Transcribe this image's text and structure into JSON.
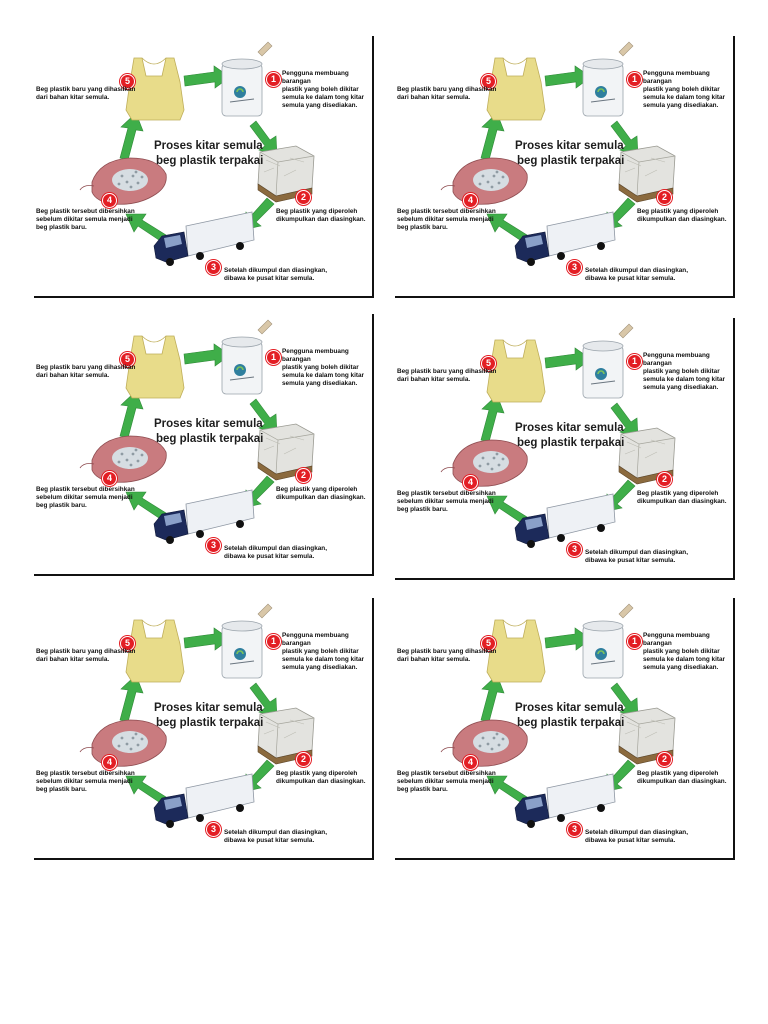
{
  "diagram": {
    "title_line1": "Proses kitar semula",
    "title_line2": "beg plastik terpakai",
    "steps": [
      {
        "number": "1",
        "text": "Pengguna membuang barangan\nplastik yang boleh dikitar\nsemula ke dalam tong kitar\nsemula yang disediakan."
      },
      {
        "number": "2",
        "text": "Beg plastik yang diperoleh\ndikumpulkan dan diasingkan."
      },
      {
        "number": "3",
        "text": "Setelah dikumpul dan diasingkan,\ndibawa ke pusat kitar semula."
      },
      {
        "number": "4",
        "text": "Beg plastik tersebut dibersihkan\nsebelum dikitar semula menjadi\nbeg plastik baru."
      },
      {
        "number": "5",
        "text": "Beg plastik baru yang dihasilkan\ndari bahan kitar semula."
      }
    ],
    "colors": {
      "arrow": "#3fae49",
      "badge": "#e31e24",
      "bag": "#e8dc8a",
      "truck": "#1c2a5a",
      "hand": "#b5646a"
    }
  }
}
